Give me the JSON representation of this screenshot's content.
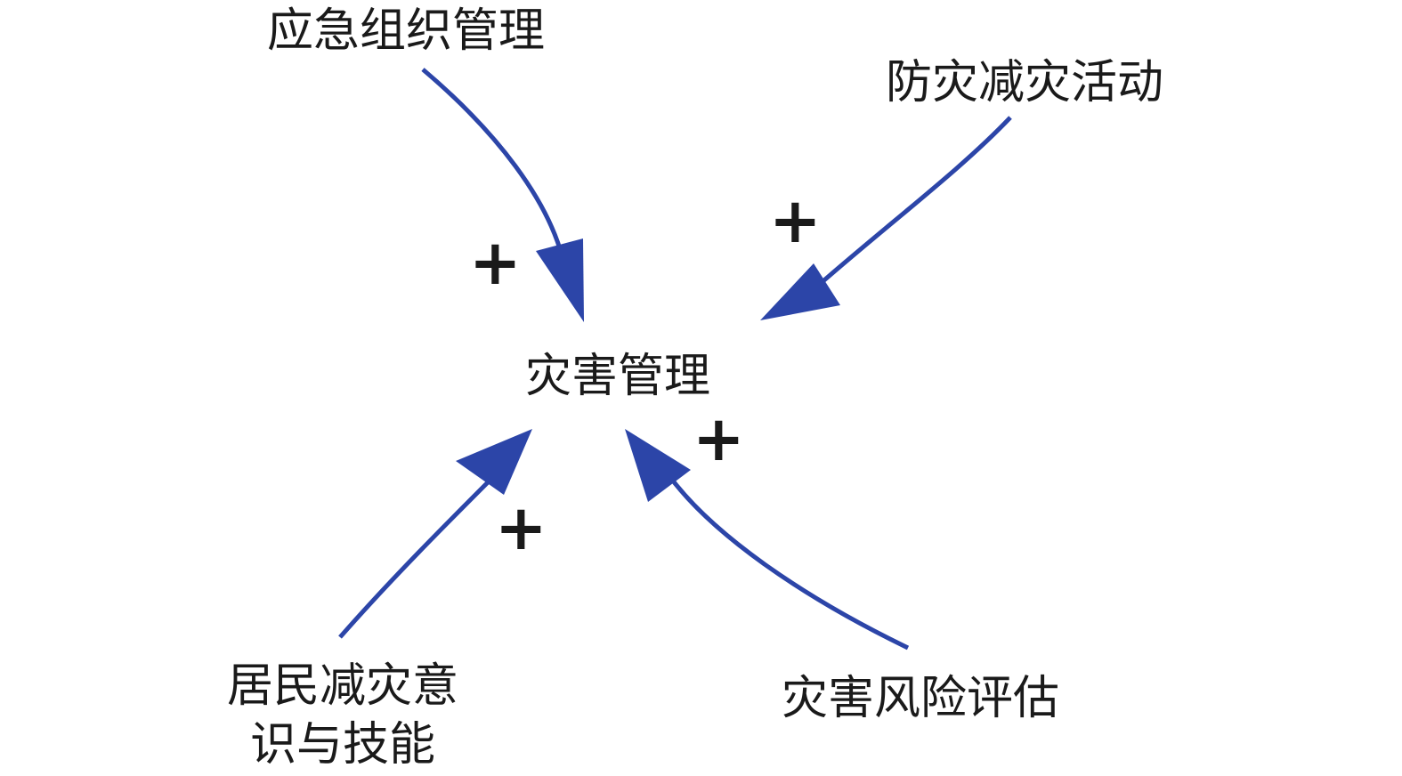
{
  "center": {
    "label": "灾害管理"
  },
  "factors": [
    {
      "id": "tl",
      "label": "应急组织管理",
      "polarity": "+"
    },
    {
      "id": "tr",
      "label": "防灾减灾活动",
      "polarity": "+"
    },
    {
      "id": "bl",
      "label_line1": "居民减灾意",
      "label_line2": "识与技能",
      "polarity": "+"
    },
    {
      "id": "br",
      "label": "灾害风险评估",
      "polarity": "+"
    }
  ],
  "colors": {
    "arrow": "#2c45a8",
    "text": "#1a1a1a"
  }
}
